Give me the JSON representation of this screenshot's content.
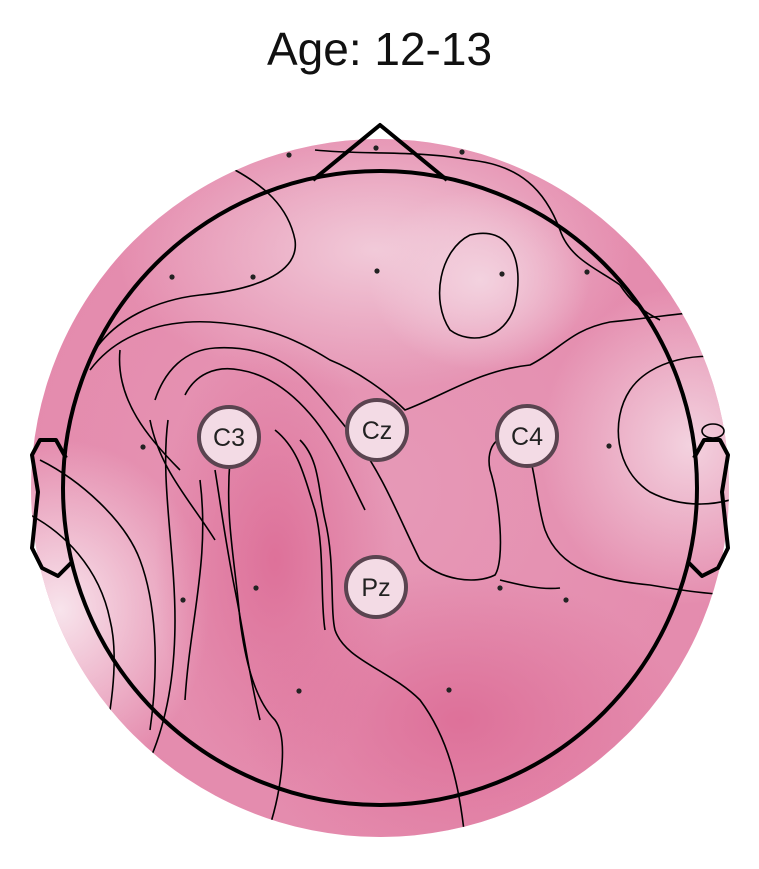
{
  "title": "Age: 12-13",
  "colors": {
    "high": "#e07aa0",
    "mid": "#eaa9c3",
    "low": "#f6dde7",
    "outline": "#000000",
    "electrode_fill": "#f3dbe5",
    "electrode_stroke": "#5a4450"
  },
  "labeled_electrodes": [
    {
      "id": "c3",
      "label": "C3"
    },
    {
      "id": "cz",
      "label": "Cz"
    },
    {
      "id": "c4",
      "label": "C4"
    },
    {
      "id": "pz",
      "label": "Pz"
    }
  ]
}
